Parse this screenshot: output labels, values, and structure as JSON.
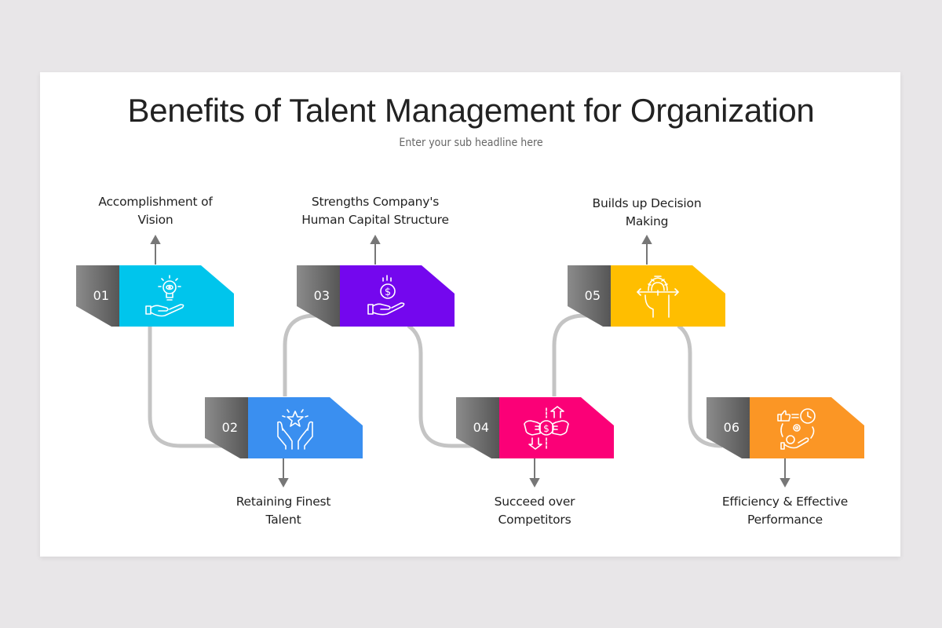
{
  "slide": {
    "title": "Benefits of Talent Management for Organization",
    "subtitle": "Enter your sub headline here"
  },
  "steps": [
    {
      "number": "01",
      "label_line1": "Accomplishment of",
      "label_line2": "Vision",
      "color": "#00c5ec",
      "icon": "hand-lightbulb-eye-icon",
      "label_position": "above"
    },
    {
      "number": "02",
      "label_line1": "Retaining Finest",
      "label_line2": "Talent",
      "color": "#3a8ff0",
      "icon": "hands-star-icon",
      "label_position": "below"
    },
    {
      "number": "03",
      "label_line1": "Strengths Company's",
      "label_line2": "Human Capital Structure",
      "color": "#7407ee",
      "icon": "hand-dollar-coin-icon",
      "label_position": "above"
    },
    {
      "number": "04",
      "label_line1": "Succeed over",
      "label_line2": "Competitors",
      "color": "#fb0077",
      "icon": "fists-dollar-arrows-icon",
      "label_position": "below"
    },
    {
      "number": "05",
      "label_line1": "Builds up Decision",
      "label_line2": "Making",
      "color": "#ffbe00",
      "icon": "head-gear-arrows-icon",
      "label_position": "above"
    },
    {
      "number": "06",
      "label_line1": "Efficiency & Effective",
      "label_line2": "Performance",
      "color": "#fb9625",
      "icon": "thumbsup-clock-gear-hand-icon",
      "label_position": "below"
    }
  ],
  "colors": {
    "background": "#e8e6e8",
    "slide": "#ffffff",
    "connector": "#c4c4c4",
    "arrow": "#777777",
    "number_tab": "#666666",
    "text": "#222222"
  }
}
